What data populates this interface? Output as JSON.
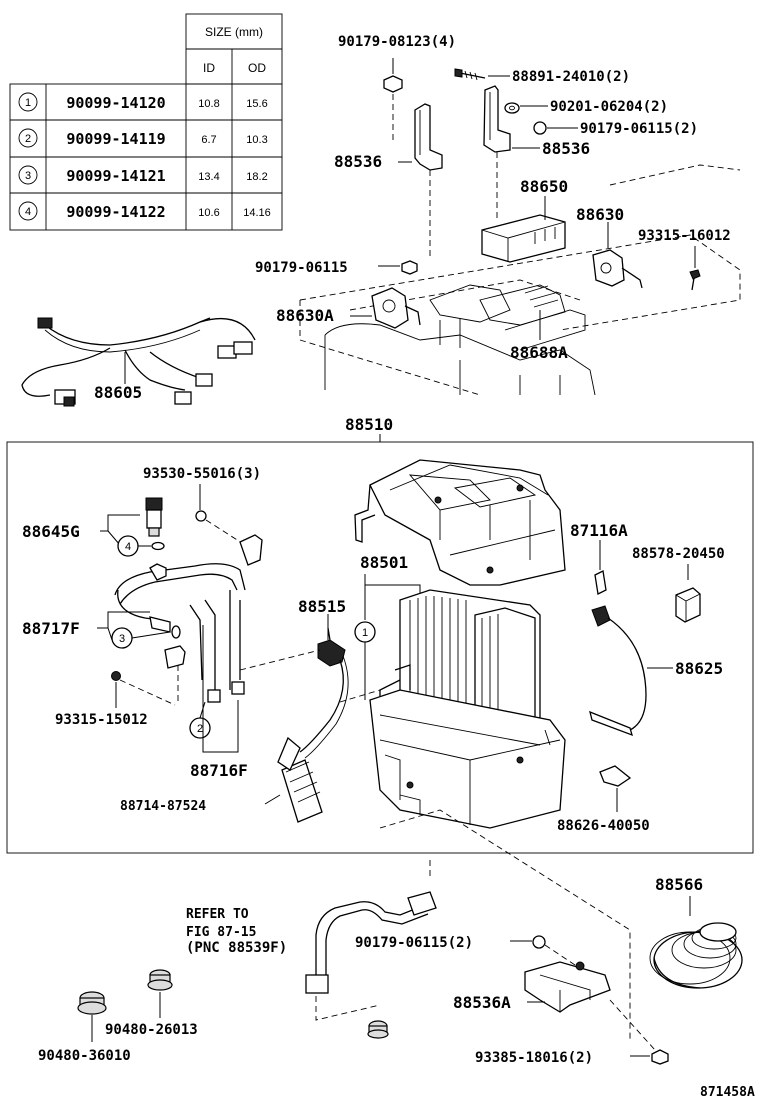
{
  "size_table": {
    "header": "SIZE (mm)",
    "col_id": "ID",
    "col_od": "OD",
    "rows": [
      {
        "ref": "1",
        "part": "90099-14120",
        "id": "10.8",
        "od": "15.6"
      },
      {
        "ref": "2",
        "part": "90099-14119",
        "id": "6.7",
        "od": "10.3"
      },
      {
        "ref": "3",
        "part": "90099-14121",
        "id": "13.4",
        "od": "18.2"
      },
      {
        "ref": "4",
        "part": "90099-14122",
        "id": "10.6",
        "od": "14.16"
      }
    ]
  },
  "top_labels": {
    "nut_08123": "90179-08123(4)",
    "bolt_24010": "88891-24010(2)",
    "washer_06204": "90201-06204(2)",
    "nut_06115_2": "90179-06115(2)",
    "bracket_left": "88536",
    "bracket_right": "88536",
    "amp_88650": "88650",
    "sensor_88630": "88630",
    "screw_16012": "93315-16012",
    "nut_06115": "90179-06115",
    "sensor_88630a": "88630A",
    "wire_88688a": "88688A",
    "harness_88605": "88605"
  },
  "unit_label": "88510",
  "box_labels": {
    "screw_55016": "93530-55016(3)",
    "switch_88645g": "88645G",
    "tube_88717f": "88717F",
    "screw_15012": "93315-15012",
    "tube_88716f": "88716F",
    "filter_87524": "88714-87524",
    "evap_88501": "88501",
    "valve_88515": "88515",
    "clip_87116a": "87116A",
    "cover_20450": "88578-20450",
    "thermistor_88625": "88625",
    "clamp_40050": "88626-40050"
  },
  "circle_refs": {
    "c1": "1",
    "c2": "2",
    "c3": "3",
    "c4": "4"
  },
  "bottom_labels": {
    "refer_line1": "REFER TO",
    "refer_line2": "FIG 87-15",
    "refer_line3": "(PNC 88539F)",
    "nut_06115_2b": "90179-06115(2)",
    "bracket_88536a": "88536A",
    "grommet_88566": "88566",
    "grommet_26013": "90480-26013",
    "grommet_36010": "90480-36010",
    "screw_18016": "93385-18016(2)"
  },
  "figure_id": "871458A"
}
